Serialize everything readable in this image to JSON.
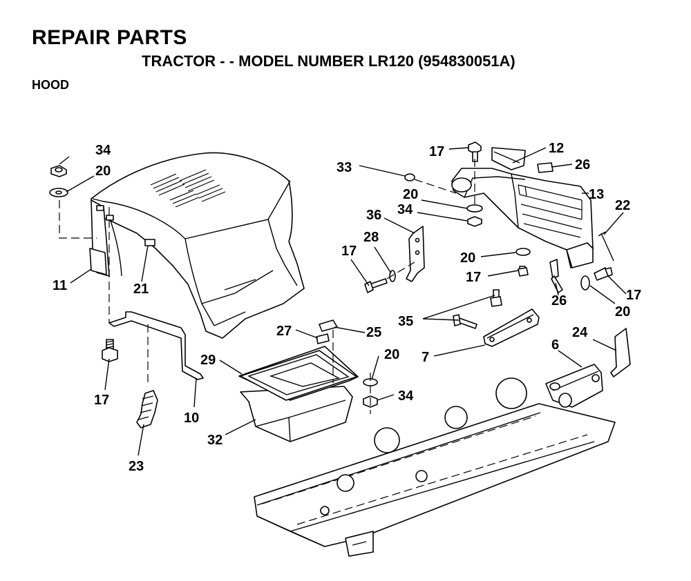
{
  "header": {
    "title": "REPAIR PARTS",
    "subtitle": "TRACTOR - - MODEL NUMBER LR120 (954830051A)",
    "section": "HOOD"
  },
  "callouts": {
    "c34a": "34",
    "c20a": "20",
    "c11": "11",
    "c21": "21",
    "c17a": "17",
    "c10": "10",
    "c23": "23",
    "c27": "27",
    "c25": "25",
    "c29": "29",
    "c32": "32",
    "c20b": "20",
    "c34b": "34",
    "c17b": "17",
    "c12": "12",
    "c26a": "26",
    "c33": "33",
    "c13": "13",
    "c20c": "20",
    "c34c": "34",
    "c36": "36",
    "c22": "22",
    "c28": "28",
    "c17c": "17",
    "c20d": "20",
    "c17d": "17",
    "c26b": "26",
    "c17e": "17",
    "c20e": "20",
    "c35": "35",
    "c7": "7",
    "c6": "6",
    "c24": "24"
  }
}
